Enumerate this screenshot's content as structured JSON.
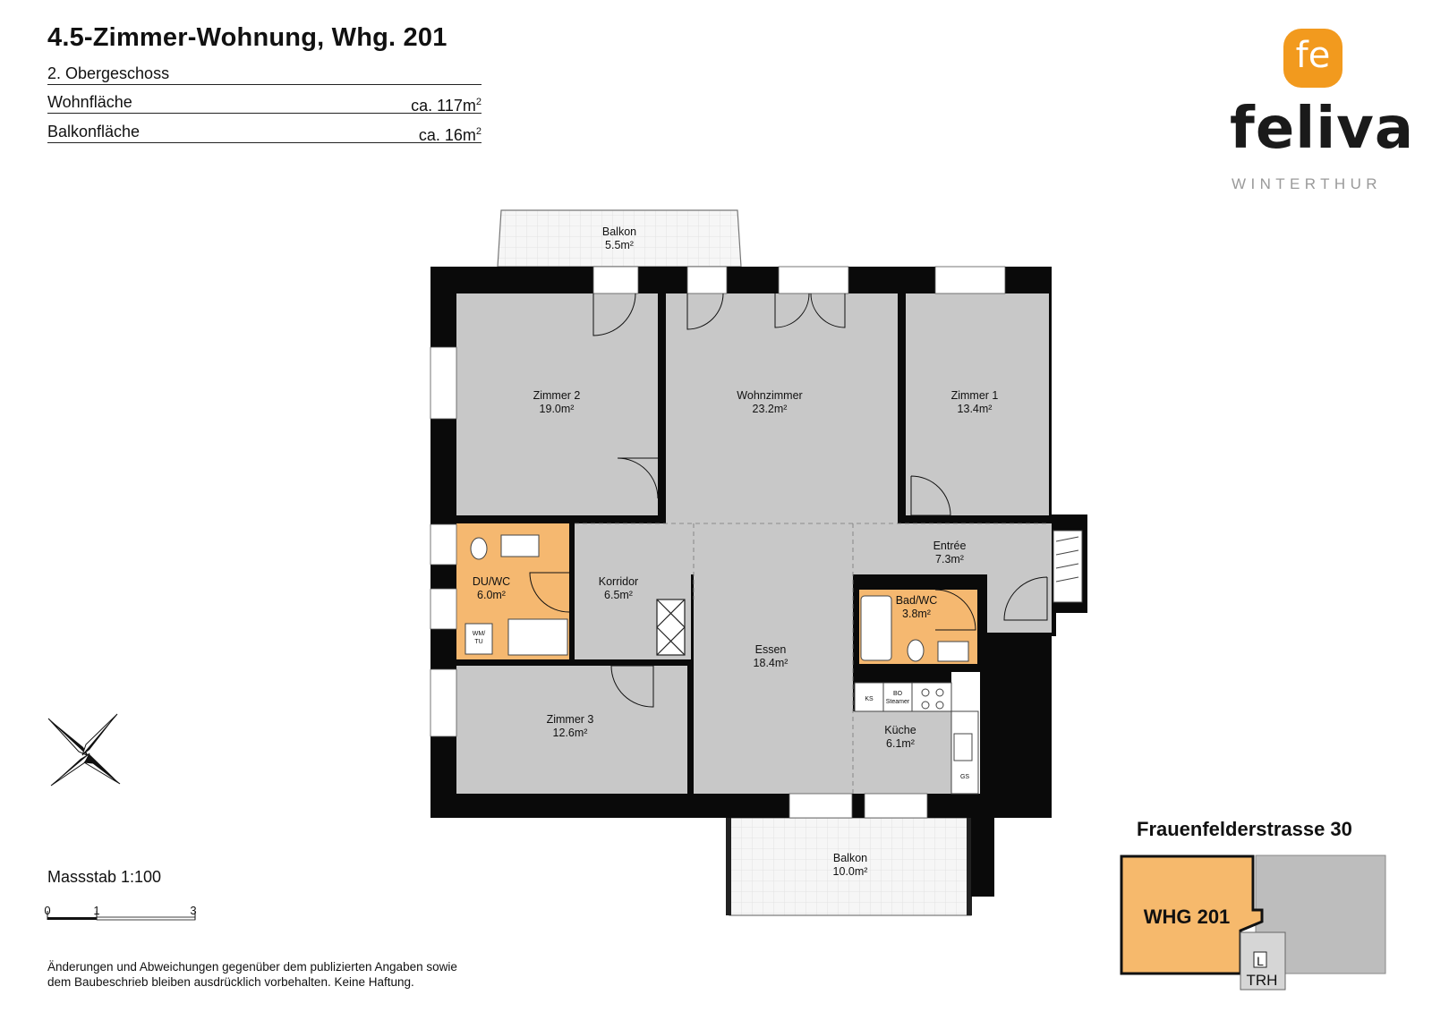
{
  "header": {
    "title": "4.5-Zimmer-Wohnung, Whg. 201",
    "floor": "2. Obergeschoss",
    "living_area_label": "Wohnfläche",
    "living_area_value": "ca. 117m",
    "balcony_area_label": "Balkonfläche",
    "balcony_area_value": "ca. 16m",
    "area_unit_sup": "2"
  },
  "logo": {
    "badge": "fe",
    "word": "feliva",
    "city": "WINTERTHUR",
    "color": "#f29a1e"
  },
  "rooms": [
    {
      "id": "balkon-top",
      "name": "Balkon",
      "area": "5.5m²"
    },
    {
      "id": "zimmer-2",
      "name": "Zimmer 2",
      "area": "19.0m²"
    },
    {
      "id": "wohnzimmer",
      "name": "Wohnzimmer",
      "area": "23.2m²"
    },
    {
      "id": "zimmer-1",
      "name": "Zimmer 1",
      "area": "13.4m²"
    },
    {
      "id": "entree",
      "name": "Entrée",
      "area": "7.3m²"
    },
    {
      "id": "du-wc",
      "name": "DU/WC",
      "area": "6.0m²"
    },
    {
      "id": "korridor",
      "name": "Korridor",
      "area": "6.5m²"
    },
    {
      "id": "bad-wc",
      "name": "Bad/WC",
      "area": "3.8m²"
    },
    {
      "id": "essen",
      "name": "Essen",
      "area": "18.4m²"
    },
    {
      "id": "zimmer-3",
      "name": "Zimmer 3",
      "area": "12.6m²"
    },
    {
      "id": "kueche",
      "name": "Küche",
      "area": "6.1m²"
    },
    {
      "id": "balkon-bottom",
      "name": "Balkon",
      "area": "10.0m²"
    }
  ],
  "fixtures": {
    "wm_tu_line1": "WM/",
    "wm_tu_line2": "TU",
    "ks": "KS",
    "bo_steamer_line1": "BO",
    "bo_steamer_line2": "Steamer",
    "gs": "GS"
  },
  "scale": {
    "title": "Massstab 1:100",
    "tick_0": "0",
    "tick_1": "1",
    "tick_3": "3"
  },
  "disclaimer": {
    "line1": "Änderungen und Abweichungen gegenüber dem publizierten Angaben sowie",
    "line2": "dem Baubeschrieb bleiben ausdrücklich vorbehalten. Keine Haftung."
  },
  "site_plan": {
    "address": "Frauenfelderstrasse 30",
    "unit_label": "WHG 201",
    "stair_label_l": "L",
    "stair_label_trh": "TRH"
  },
  "colors": {
    "wall": "#0a0a0a",
    "room_fill": "#c8c8c8",
    "wet_room_fill": "#f5b870",
    "balcony_fill": "#f4f4f4",
    "unit_fill": "#f6b96c",
    "neighbor_fill": "#bdbdbd"
  }
}
